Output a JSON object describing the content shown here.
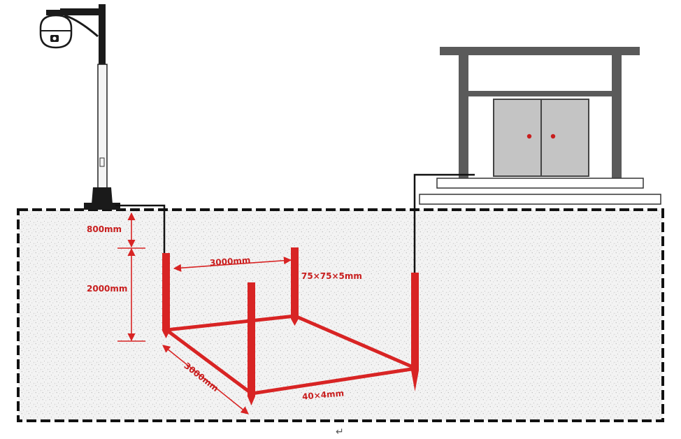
{
  "colors": {
    "grounding_red": "#d82424",
    "label_red": "#c81e1e",
    "cable": "#111111",
    "pole_dark": "#1a1a1a",
    "pole_light": "#f4f4f4",
    "house_frame": "#5a5a5a",
    "door_fill": "#c4c4c4",
    "soil_border": "#111111"
  },
  "labels": {
    "depth_top": "800mm",
    "depth_rod": "2000mm",
    "spacing_top": "3000mm",
    "spacing_side": "3000mm",
    "angle_steel": "75×75×5mm",
    "flat_steel": "40×4mm"
  },
  "footer": {
    "return_mark": "↵"
  }
}
